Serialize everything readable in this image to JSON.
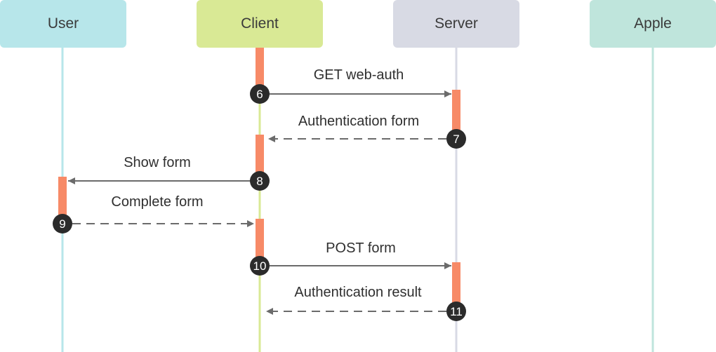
{
  "participants": [
    {
      "name": "User",
      "header_color": "#b7e6ea",
      "line_color": "#b7e6ea"
    },
    {
      "name": "Client",
      "header_color": "#d9e995",
      "line_color": "#d9e995"
    },
    {
      "name": "Server",
      "header_color": "#d8dae4",
      "line_color": "#d8dae4"
    },
    {
      "name": "Apple",
      "header_color": "#bfe5dc",
      "line_color": "#bfe5dc"
    }
  ],
  "messages": [
    {
      "step": "6",
      "label": "GET web-auth",
      "from": "Client",
      "to": "Server",
      "style": "solid"
    },
    {
      "step": "7",
      "label": "Authentication form",
      "from": "Server",
      "to": "Client",
      "style": "dashed"
    },
    {
      "step": "8",
      "label": "Show form",
      "from": "Client",
      "to": "User",
      "style": "solid"
    },
    {
      "step": "9",
      "label": "Complete form",
      "from": "User",
      "to": "Client",
      "style": "dashed"
    },
    {
      "step": "10",
      "label": "POST form",
      "from": "Client",
      "to": "Server",
      "style": "solid"
    },
    {
      "step": "11",
      "label": "Authentication result",
      "from": "Server",
      "to": "Client",
      "style": "dashed"
    }
  ],
  "colors": {
    "activation": "#f78a67",
    "arrow": "#6b6b6b",
    "badge": "#2b2b2b"
  }
}
